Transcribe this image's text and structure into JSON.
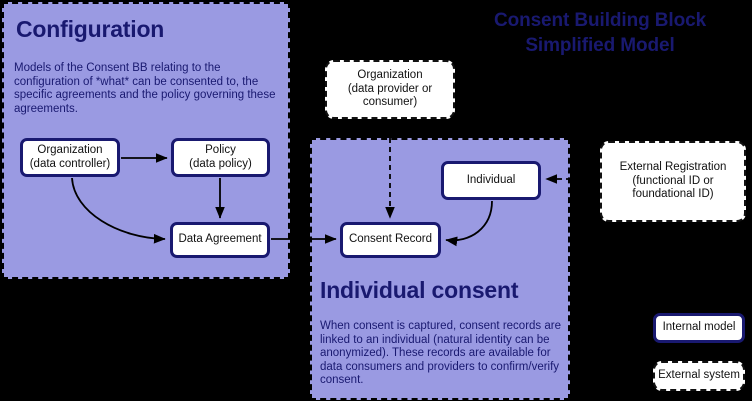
{
  "diagram": {
    "title_line1": "Consent Building Block",
    "title_line2": "Simplified Model",
    "title_color": "#191970",
    "background_color": "#000000",
    "panel_fill_color": "#9a9ae2"
  },
  "panels": [
    {
      "id": "configuration",
      "title": "Configuration",
      "body": "Models of the Consent BB relating to the configuration of *what* can be consented to, the specific agreements and the policy governing these agreements."
    },
    {
      "id": "individual-consent",
      "title": "Individual consent",
      "body": "When consent is captured, consent records are linked to an individual (natural identity can be anonymized). These records are available for data consumers and providers to confirm/verify consent."
    }
  ],
  "nodes": {
    "organization_controller": {
      "line1": "Organization",
      "line2": "(data controller)",
      "style": "internal"
    },
    "policy": {
      "line1": "Policy",
      "line2": "(data policy)",
      "style": "internal"
    },
    "data_agreement": {
      "line1": "Data Agreement",
      "style": "internal"
    },
    "consent_record": {
      "line1": "Consent Record",
      "style": "internal"
    },
    "individual": {
      "line1": "Individual",
      "style": "internal"
    },
    "organization_provider": {
      "line1": "Organization",
      "line2": "(data provider or",
      "line3": "consumer)",
      "style": "external"
    },
    "external_registration": {
      "line1": "External Registration",
      "line2": "(functional ID or",
      "line3": "foundational ID)",
      "style": "external"
    }
  },
  "legend": {
    "internal_model": "Internal model",
    "external_system": "External system"
  },
  "edges": [
    {
      "from": "organization_controller",
      "to": "policy",
      "style": "solid"
    },
    {
      "from": "organization_controller",
      "to": "data_agreement",
      "style": "solid-curved"
    },
    {
      "from": "policy",
      "to": "data_agreement",
      "style": "solid"
    },
    {
      "from": "data_agreement",
      "to": "consent_record",
      "style": "solid"
    },
    {
      "from": "individual",
      "to": "consent_record",
      "style": "solid-curved"
    },
    {
      "from": "organization_provider",
      "to": "consent_record",
      "style": "dashed"
    },
    {
      "from": "external_registration",
      "to": "individual",
      "style": "dashed"
    }
  ]
}
